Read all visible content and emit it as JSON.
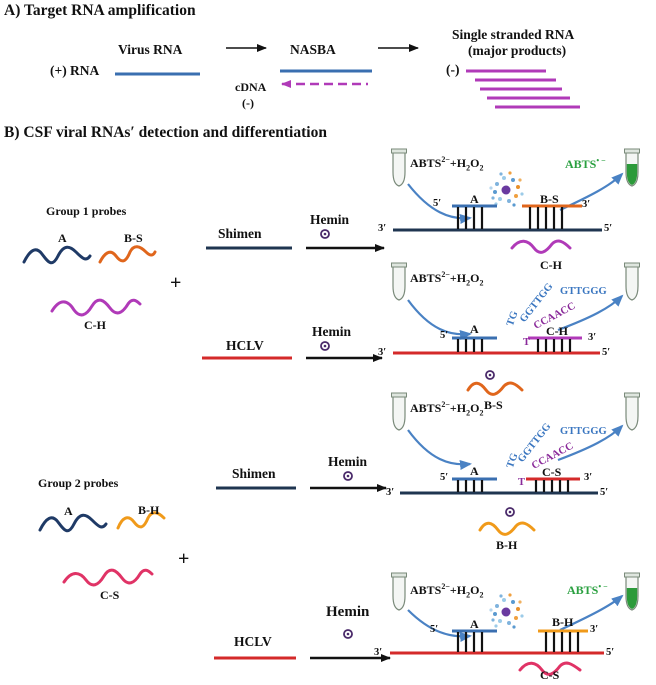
{
  "section_a": {
    "title": "A) Target RNA amplification",
    "plus_rna": "(+) RNA",
    "virus_rna": "Virus RNA",
    "nasba": "NASBA",
    "cdna": "cDNA",
    "cdna_sign": "(-)",
    "ss_title_1": "Single stranded RNA",
    "ss_title_2": "(major products)",
    "minus_sign": "(-)"
  },
  "section_b": {
    "title": "B) CSF viral RNAs′  detection and differentiation",
    "group1": "Group 1 probes",
    "group2": "Group 2 probes",
    "plus": "+",
    "hemin": "Hemin",
    "shimen": "Shimen",
    "hclv": "HCLV",
    "probe_a": "A",
    "probe_bs": "B-S",
    "probe_ch": "C-H",
    "probe_bh": "B-H",
    "probe_cs": "C-S",
    "abts_1": "ABTS",
    "abts_2": "2−",
    "abts_3": "+H",
    "abts_4": "2",
    "abts_5": "O",
    "abts_6": "2",
    "abts_radical": "ABTS",
    "abts_radical_sup": "• −",
    "five": "5′",
    "three": "3′",
    "t_letter": "T",
    "tg": "TG",
    "ggttgg": "GGTTGG",
    "gttggg": "GTTGGG",
    "ccaacc": "CCAACC"
  },
  "colors": {
    "blue_strand": "#3a6fb0",
    "dark_navy": "#1f3550",
    "red_strand": "#d42a2a",
    "magenta": "#b03ab8",
    "orange": "#e0661c",
    "amber": "#f09a1a",
    "pink": "#e03366",
    "green_text": "#2aa040",
    "seq_blue": "#3a76c0",
    "seq_purple": "#8a2a9a"
  }
}
